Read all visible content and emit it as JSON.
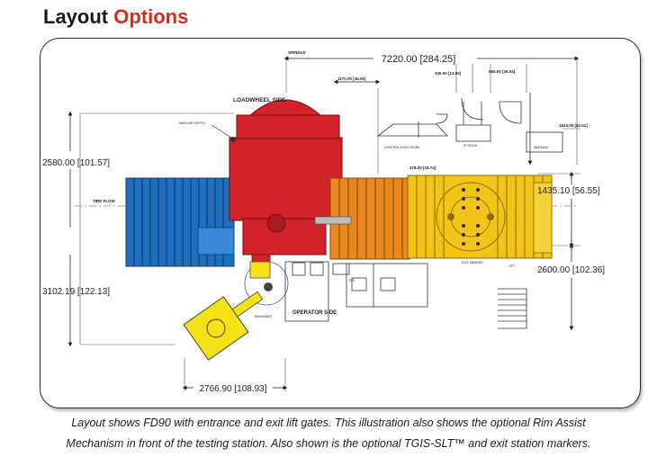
{
  "header": {
    "title_prefix": "Layout",
    "title_accent": "Options",
    "accent_color": "#d52b1e"
  },
  "diagram": {
    "colors": {
      "loadwheel": "#d3232a",
      "entrance": "#1f6fbe",
      "test_station": "#e8881e",
      "exit": "#f2c418",
      "rim_assist": "#f2e216"
    },
    "dimensions": {
      "overall_width": "7220.00 [284.25]",
      "height_top": "2580.00 [101.57]",
      "height_lower": "3102.19 [122.13]",
      "right_upper": "1435.10 [56.55]",
      "right_lower": "2600.00 [102.36]",
      "bottom_width": "2766.90 [108.93]",
      "d1170": "1170.00 [46.06]",
      "d330": "330.00 [13.00]",
      "d660": "660.00 [26.04]",
      "d1544": "1544.00 [62.01]",
      "d478": "478.00 [18.74]"
    },
    "labels": {
      "spindle": "SPINDLE",
      "loadwheel_side": "LOADWHEEL SIDE",
      "tire_flow": "TIRE FLOW",
      "operator_side": "OPERATOR SIDE",
      "main_air": "MAIN AIR SUPPLY",
      "control_enclosure": "CONTROL ENCLOSURE",
      "ip_stack": "IP STACK",
      "marking": "MARKING",
      "lift": "LIFT",
      "station": "TGS",
      "exit_marker": "EXIT MARKER",
      "rim_assist": "RIM ASSIST"
    }
  },
  "captions": {
    "line1": "Layout shows FD90 with entrance and exit lift gates. This illustration also shows the optional Rim Assist",
    "line2": "Mechanism in front of the testing station. Also shown is the optional TGIS-SLT™ and exit station markers."
  }
}
